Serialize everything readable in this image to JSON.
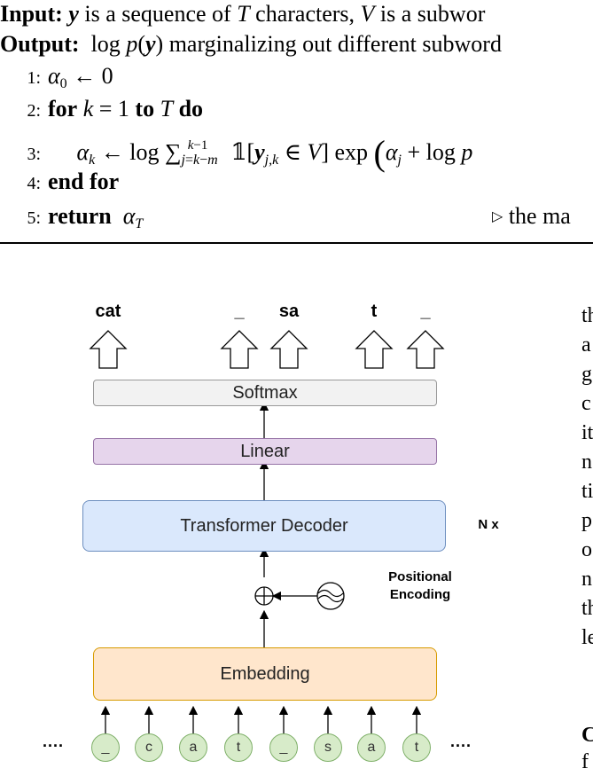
{
  "algorithm": {
    "input_label": "Input:",
    "input_text_a": "is a sequence of",
    "input_text_b": "characters,",
    "input_text_c": "is a subwor",
    "output_label": "Output:",
    "output_text": "marginalizing out different subword",
    "lines": [
      {
        "num": "1:"
      },
      {
        "num": "2:",
        "kw_for": "for",
        "kw_to": "to",
        "kw_do": "do"
      },
      {
        "num": "3:"
      },
      {
        "num": "4:",
        "kw": "end for"
      },
      {
        "num": "5:",
        "kw": "return",
        "comment": "the ma"
      }
    ]
  },
  "diagram": {
    "outputs": [
      "cat",
      "_",
      "sa",
      "t",
      "_"
    ],
    "softmax": "Softmax",
    "linear": "Linear",
    "decoder": "Transformer Decoder",
    "nx": "N x",
    "positional": [
      "Positional",
      "Encoding"
    ],
    "embedding": "Embedding",
    "tokens": [
      "_",
      "c",
      "a",
      "t",
      "_",
      "s",
      "a",
      "t"
    ],
    "ellipsis_left": "....",
    "ellipsis_right": "....",
    "colors": {
      "softmax_fill": "#f2f2f2",
      "linear_fill": "#e6d5ec",
      "decoder_fill": "#dae8fc",
      "embedding_fill": "#ffe6cc",
      "token_fill": "#d7ebc9"
    }
  },
  "side_column": {
    "letters": [
      "th",
      "a",
      "g",
      "c",
      "it",
      "n",
      "ti",
      "p",
      "o",
      "n",
      "th",
      "le"
    ],
    "bottom": [
      "C",
      "f"
    ]
  }
}
